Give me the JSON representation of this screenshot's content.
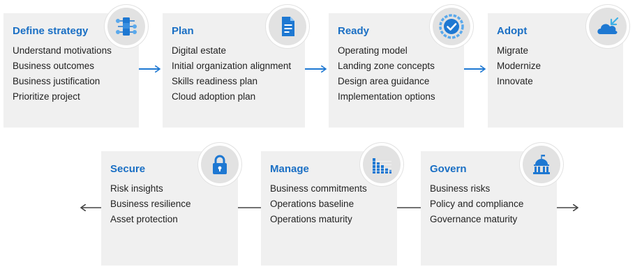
{
  "stages_top": [
    {
      "title": "Define strategy",
      "items": [
        "Understand motivations",
        "Business outcomes",
        "Business justification",
        "Prioritize project"
      ],
      "icon": "flowchart-icon"
    },
    {
      "title": "Plan",
      "items": [
        "Digital estate",
        "Initial organization alignment",
        "Skills readiness plan",
        "Cloud adoption plan"
      ],
      "icon": "document-icon"
    },
    {
      "title": "Ready",
      "items": [
        "Operating model",
        "Landing zone concepts",
        "Design area guidance",
        "Implementation options"
      ],
      "icon": "checkmark-circle-icon"
    },
    {
      "title": "Adopt",
      "items": [
        "Migrate",
        "Modernize",
        "Innovate"
      ],
      "icon": "cloud-icon"
    }
  ],
  "stages_bottom": [
    {
      "title": "Secure",
      "items": [
        "Risk insights",
        "Business resilience",
        "Asset protection"
      ],
      "icon": "lock-icon"
    },
    {
      "title": "Manage",
      "items": [
        "Business commitments",
        "Operations baseline",
        "Operations maturity"
      ],
      "icon": "bar-chart-icon"
    },
    {
      "title": "Govern",
      "items": [
        "Business risks",
        "Policy and compliance",
        "Governance maturity"
      ],
      "icon": "government-building-icon"
    }
  ],
  "colors": {
    "accent": "#1a6fc4",
    "card": "#f0f0f0",
    "icon_blue": "#1e78d2",
    "text": "#222222"
  }
}
